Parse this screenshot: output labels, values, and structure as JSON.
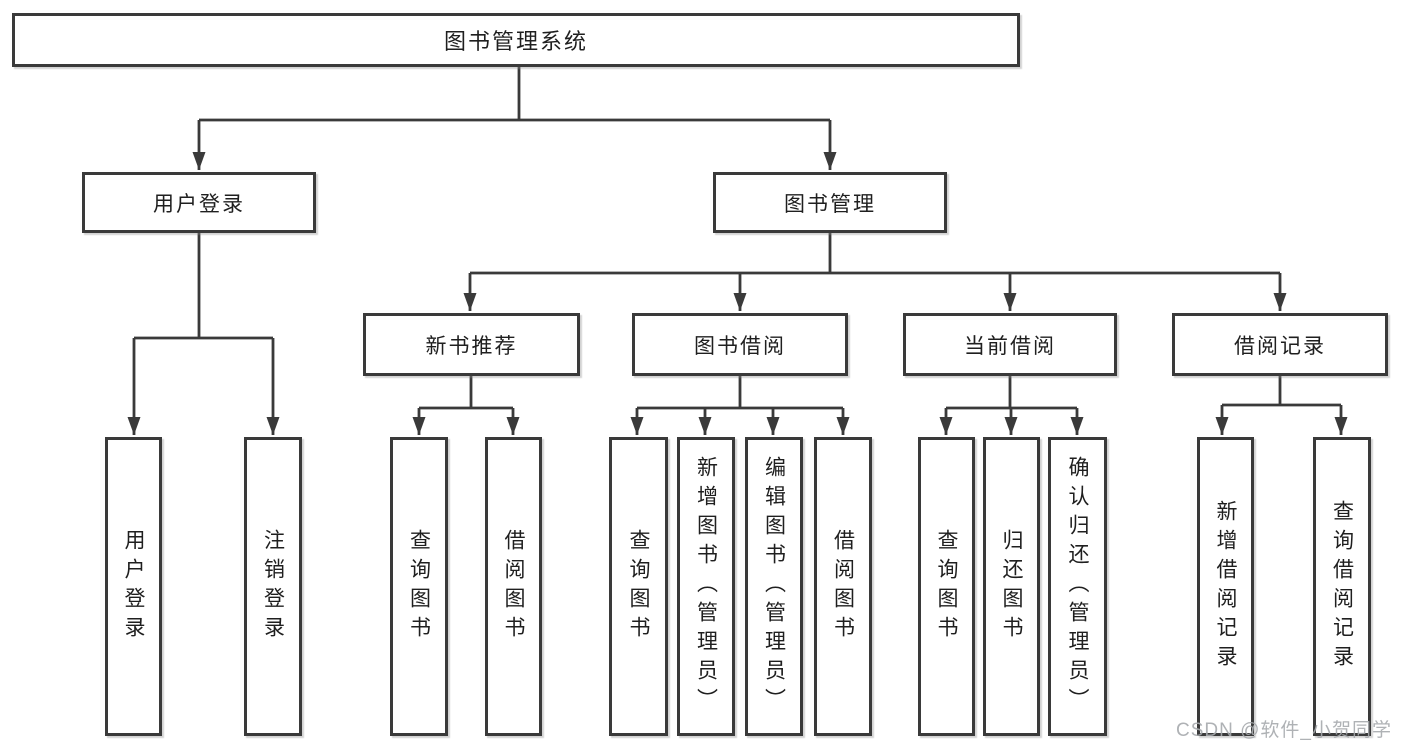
{
  "diagram": {
    "root": {
      "label": "图书管理系统"
    },
    "level1": [
      {
        "id": "user-login",
        "label": "用户登录"
      },
      {
        "id": "book-management",
        "label": "图书管理"
      }
    ],
    "level2": [
      {
        "id": "new-book-recommend",
        "label": "新书推荐",
        "parent": "图书管理"
      },
      {
        "id": "book-borrowing",
        "label": "图书借阅",
        "parent": "图书管理"
      },
      {
        "id": "current-borrowing",
        "label": "当前借阅",
        "parent": "图书管理"
      },
      {
        "id": "borrowing-records",
        "label": "借阅记录",
        "parent": "图书管理"
      }
    ],
    "leaves": [
      {
        "id": "leaf-user-login",
        "label": "用户登录",
        "parent": "用户登录"
      },
      {
        "id": "leaf-logout",
        "label": "注销登录",
        "parent": "用户登录"
      },
      {
        "id": "leaf-query-book-recommend",
        "label": "查询图书",
        "parent": "新书推荐"
      },
      {
        "id": "leaf-borrow-book-recommend",
        "label": "借阅图书",
        "parent": "新书推荐"
      },
      {
        "id": "leaf-query-book-borrowing",
        "label": "查询图书",
        "parent": "图书借阅"
      },
      {
        "id": "leaf-add-book-admin",
        "label": "新增图书（管理员）",
        "parent": "图书借阅"
      },
      {
        "id": "leaf-edit-book-admin",
        "label": "编辑图书（管理员）",
        "parent": "图书借阅"
      },
      {
        "id": "leaf-borrow-book-borrowing",
        "label": "借阅图书",
        "parent": "图书借阅"
      },
      {
        "id": "leaf-query-book-current",
        "label": "查询图书",
        "parent": "当前借阅"
      },
      {
        "id": "leaf-return-book",
        "label": "归还图书",
        "parent": "当前借阅"
      },
      {
        "id": "leaf-confirm-return-admin",
        "label": "确认归还（管理员）",
        "parent": "当前借阅"
      },
      {
        "id": "leaf-add-borrow-record",
        "label": "新增借阅记录",
        "parent": "借阅记录"
      },
      {
        "id": "leaf-query-borrow-record",
        "label": "查询借阅记录",
        "parent": "借阅记录"
      }
    ],
    "watermark": "CSDN @软件_小贺同学",
    "colors": {
      "line": "#3a3a3a",
      "text": "#1f1f1f",
      "watermark": "#a7aaae",
      "background": "#ffffff"
    }
  }
}
